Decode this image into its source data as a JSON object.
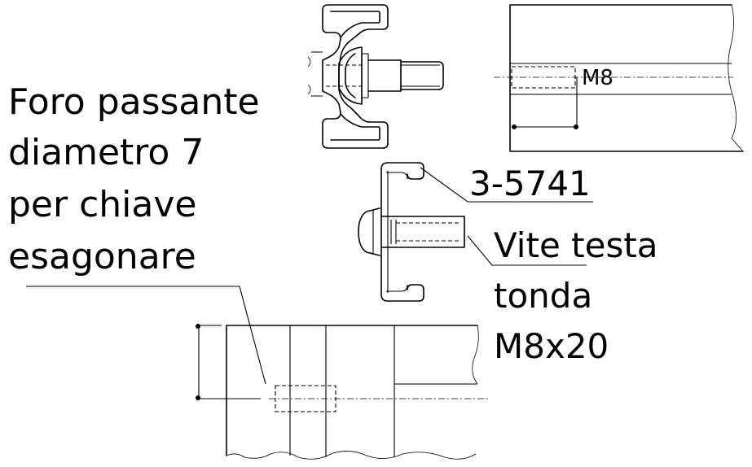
{
  "labels": {
    "hole_desc": [
      "Foro passante",
      "diametro 7",
      "per chiave",
      "esagonare"
    ],
    "part_code": "3-5741",
    "screw_desc": [
      "Vite testa",
      "tonda",
      "M8x20"
    ],
    "thread": "M8"
  }
}
